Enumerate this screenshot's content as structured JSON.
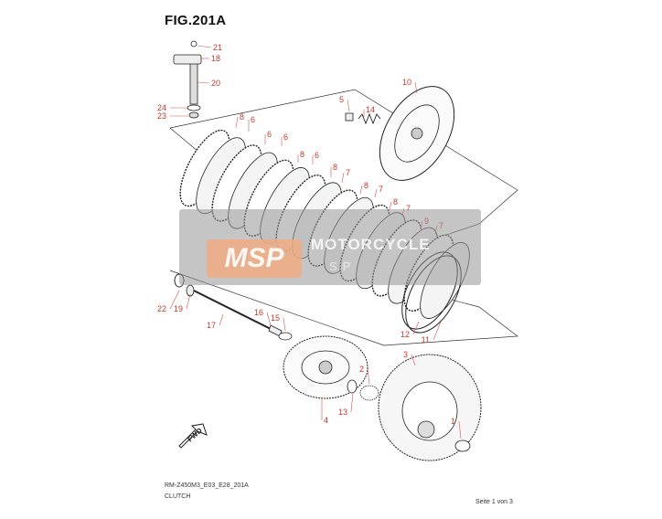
{
  "figure": {
    "title": "FIG.201A",
    "code": "RM-Z450M3_E03_E28_201A",
    "caption": "CLUTCH",
    "page": "Seite 1 von 3"
  },
  "watermark": {
    "logo_text": "MSP",
    "line1": "MOTORCYCLE",
    "line2": "SP"
  },
  "fwd_label": "FWD",
  "callouts": [
    "21",
    "18",
    "20",
    "24",
    "23",
    "10",
    "5",
    "14",
    "8",
    "6",
    "6",
    "6",
    "8",
    "6",
    "8",
    "7",
    "8",
    "7",
    "8",
    "7",
    "9",
    "7",
    "22",
    "19",
    "17",
    "16",
    "15",
    "12",
    "11",
    "3",
    "2",
    "13",
    "4",
    "1"
  ],
  "colors": {
    "callout": "#c0392b",
    "line": "#222222",
    "leader": "#d05050"
  }
}
